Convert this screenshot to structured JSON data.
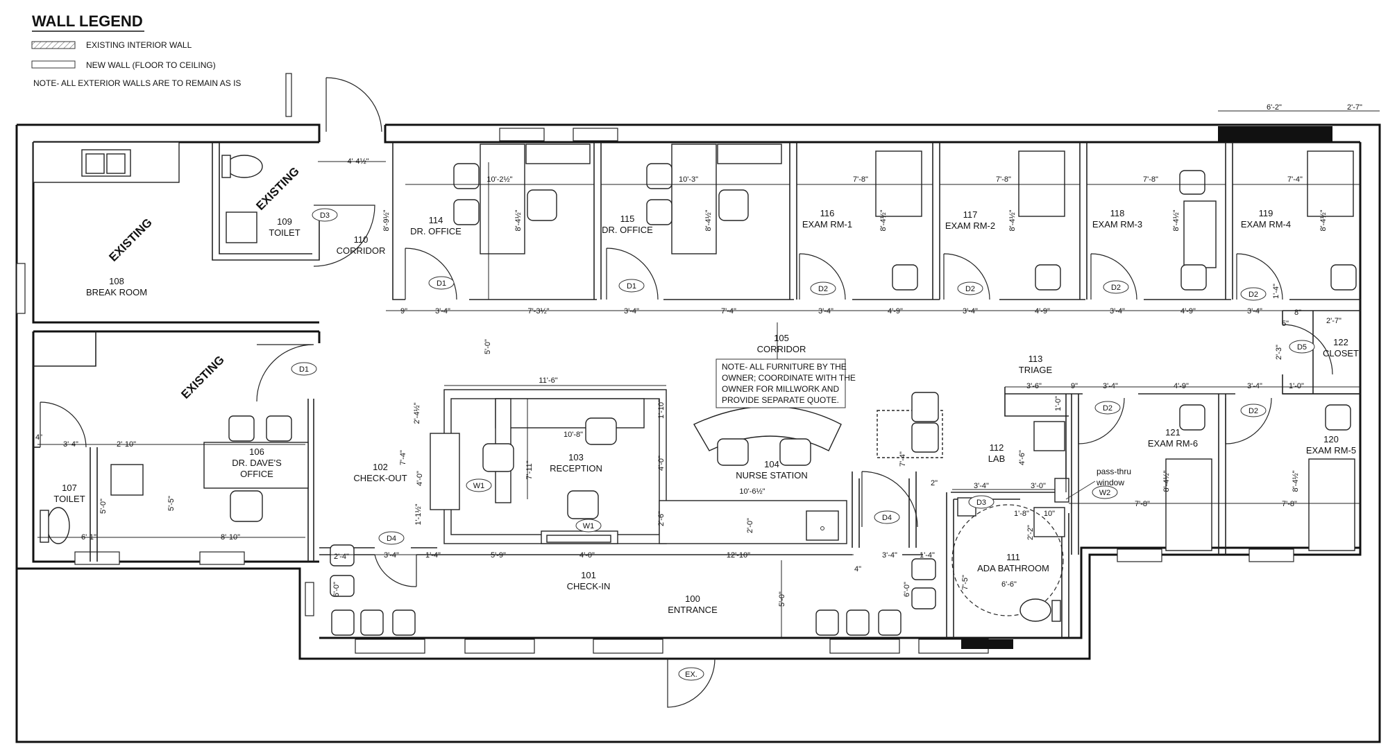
{
  "legend": {
    "title": "WALL LEGEND",
    "existing_wall": "EXISTING INTERIOR WALL",
    "new_wall": "NEW WALL (FLOOR TO CEILING)",
    "note": "NOTE- ALL EXTERIOR WALLS ARE TO REMAIN AS IS"
  },
  "rooms": {
    "r100": {
      "num": "100",
      "name": "ENTRANCE"
    },
    "r101": {
      "num": "101",
      "name": "CHECK-IN"
    },
    "r102": {
      "num": "102",
      "name": "CHECK-OUT"
    },
    "r103": {
      "num": "103",
      "name": "RECEPTION"
    },
    "r104": {
      "num": "104",
      "name": "NURSE STATION"
    },
    "r105": {
      "num": "105",
      "name": "CORRIDOR"
    },
    "r106": {
      "num": "106",
      "name": "DR. DAVE'S",
      "name2": "OFFICE"
    },
    "r107": {
      "num": "107",
      "name": "TOILET"
    },
    "r108": {
      "num": "108",
      "name": "BREAK ROOM"
    },
    "r109": {
      "num": "109",
      "name": "TOILET"
    },
    "r110": {
      "num": "110",
      "name": "CORRIDOR"
    },
    "r111": {
      "num": "111",
      "name": "ADA BATHROOM"
    },
    "r112": {
      "num": "112",
      "name": "LAB"
    },
    "r113": {
      "num": "113",
      "name": "TRIAGE"
    },
    "r114": {
      "num": "114",
      "name": "DR. OFFICE"
    },
    "r115": {
      "num": "115",
      "name": "DR. OFFICE"
    },
    "r116": {
      "num": "116",
      "name": "EXAM RM-1"
    },
    "r117": {
      "num": "117",
      "name": "EXAM RM-2"
    },
    "r118": {
      "num": "118",
      "name": "EXAM RM-3"
    },
    "r119": {
      "num": "119",
      "name": "EXAM RM-4"
    },
    "r120": {
      "num": "120",
      "name": "EXAM RM-5"
    },
    "r121": {
      "num": "121",
      "name": "EXAM RM-6"
    },
    "r122": {
      "num": "122",
      "name": "CLOSET"
    }
  },
  "existing_label": "EXISTING",
  "furniture_note": [
    "NOTE- ALL FURNITURE BY THE",
    "OWNER; COORDINATE WITH THE",
    "OWNER FOR MILLWORK AND",
    "PROVIDE SEPARATE QUOTE."
  ],
  "passthru": [
    "pass-thru",
    "window"
  ],
  "tags": {
    "D1": "D1",
    "D2": "D2",
    "D3": "D3",
    "D4": "D4",
    "D5": "D5",
    "W1": "W1",
    "W2": "W2",
    "EX": "EX."
  },
  "dims": {
    "d_4_4_5": "4'-4½\"",
    "d_6_2": "6'-2\"",
    "d_2_7": "2'-7\"",
    "d_10_2_5": "10'-2½\"",
    "d_10_3": "10'-3\"",
    "d_7_8": "7'-8\"",
    "d_7_4": "7'-4\"",
    "d_8_4_5": "8'-4½\"",
    "d_8_9_5": "8'-9½\"",
    "d_9": "9\"",
    "d_3_4": "3'-4\"",
    "d_7_3_5": "7'-3½\"",
    "d_4_9": "4'-9\"",
    "d_5_0": "5'-0\"",
    "d_11_6": "11'-6\"",
    "d_10_8": "10'-8\"",
    "d_1_10": "1'-10\"",
    "d_2_4_5": "2'-4½\"",
    "d_7_4b": "7'-4\"",
    "d_4_0": "4'-0\"",
    "d_7_11": "7'-11\"",
    "d_1_1_5": "1'-1½\"",
    "d_2_6": "2'-6\"",
    "d_2_0": "2'-0\"",
    "d_10_6_5": "10'-6½\"",
    "d_1_4": "1'-4\"",
    "d_5_9": "5'-9\"",
    "d_12_10": "12'-10\"",
    "d_4in": "4\"",
    "d_2_4": "2'-4\"",
    "d_6_0": "6'-0\"",
    "d_2_10": "2'-10\"",
    "d_5_5": "5'-5\"",
    "d_6_1": "6'-1\"",
    "d_8_10": "8'-10\"",
    "d_4in_b": "4\"",
    "d_3_6": "3'-6\"",
    "d_1_0": "1'-0\"",
    "d_4_6": "4'-6\"",
    "d_3_0": "3'-0\"",
    "d_2in": "2\"",
    "d_1_8": "1'-8\"",
    "d_10": "10\"",
    "d_2_2": "2'-2\"",
    "d_7_5": "7'-5\"",
    "d_6_6": "6'-6\"",
    "d_8in": "8\"",
    "d_5in": "5\"",
    "d_2_3": "2'-3\"",
    "d_1_4b": "1'-4\""
  },
  "colors": {
    "line": "#111111",
    "background": "#ffffff"
  }
}
